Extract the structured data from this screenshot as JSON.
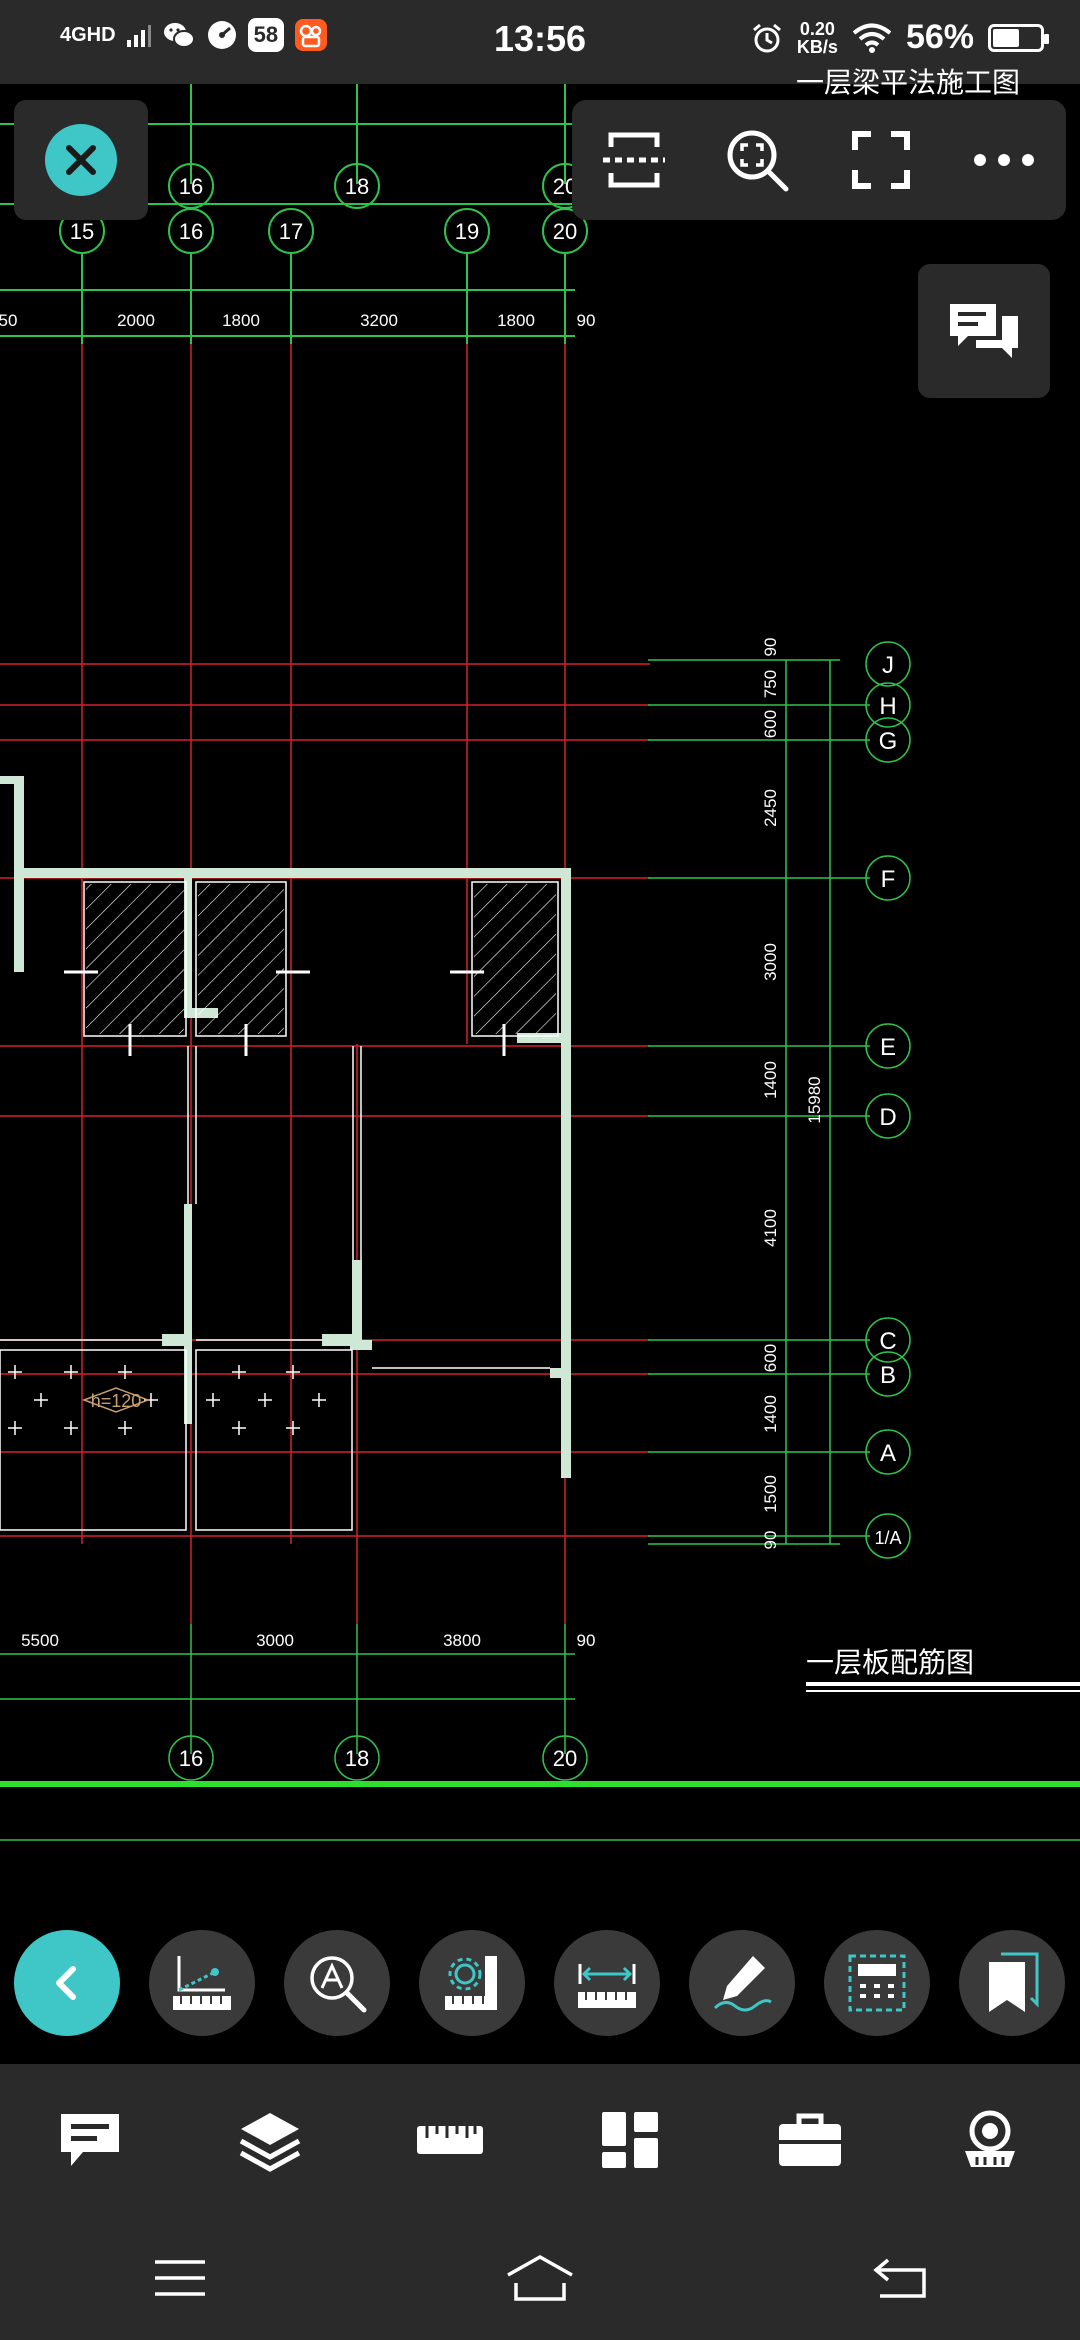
{
  "status_bar": {
    "network": "4GHD",
    "app_badge": "58",
    "time": "13:56",
    "speed_value": "0.20",
    "speed_unit": "KB/s",
    "battery_percent": "56%",
    "battery_level": 0.56
  },
  "drawing": {
    "top_axes_upper": [
      "16",
      "18",
      "20"
    ],
    "top_axes_lower": [
      "15",
      "16",
      "17",
      "19",
      "20"
    ],
    "top_dimensions": [
      "50",
      "2000",
      "1800",
      "3200",
      "1800",
      "90"
    ],
    "right_axes": [
      "J",
      "H",
      "G",
      "F",
      "E",
      "D",
      "C",
      "B",
      "A",
      "1/A"
    ],
    "right_dimensions": [
      "90",
      "750",
      "600",
      "2450",
      "3000",
      "1400",
      "4100",
      "600",
      "1400",
      "1500",
      "90"
    ],
    "right_total": "15980",
    "bottom_dimensions": [
      "5500",
      "3000",
      "3800",
      "90"
    ],
    "bottom_axes": [
      "16",
      "18",
      "20"
    ],
    "slab_label": "h=120",
    "title_text": "一层板配筋图",
    "top_partial_title": "一层梁平法施工图",
    "colors": {
      "grid_red": "#d2232a",
      "dim_green": "#2ec44a",
      "wall_fill": "#cfe8d6",
      "accent": "#3fc6c6"
    }
  },
  "topbar": {
    "buttons": [
      "scan-icon",
      "zoom-fit-icon",
      "fullscreen-icon",
      "more-icon"
    ]
  },
  "tools": [
    "back-icon",
    "coordinate-measure-icon",
    "text-search-icon",
    "measure-settings-icon",
    "dimension-measure-icon",
    "annotate-icon",
    "calculator-icon",
    "bookmark-icon"
  ],
  "bottom_bar": [
    "comment-icon",
    "layers-icon",
    "ruler-icon",
    "layout-icon",
    "toolbox-icon",
    "vr-view-icon"
  ],
  "nav_bar": [
    "menu-icon",
    "home-icon",
    "back-nav-icon"
  ]
}
